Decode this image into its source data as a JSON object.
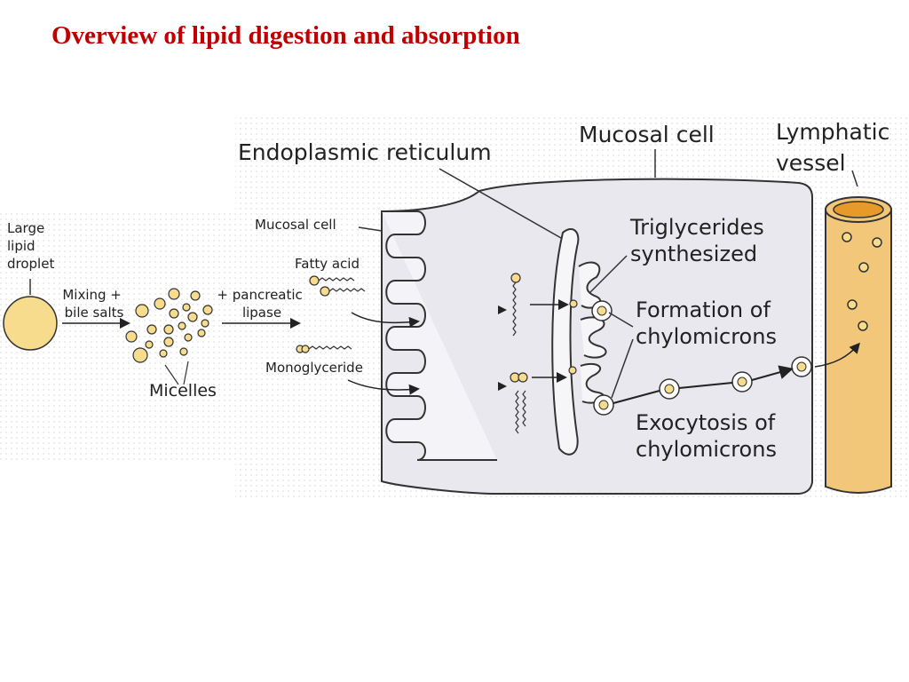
{
  "title": "Overview of lipid digestion and absorption",
  "colors": {
    "title": "#c00000",
    "cell_fill": "#e8e8ee",
    "lipid_fill": "#f6dc8c",
    "lymph_fill": "#f2c77a",
    "lymph_top": "#e59a2a",
    "outline": "#333333"
  },
  "labels": {
    "large_lipid_droplet": [
      "Large",
      "lipid",
      "droplet"
    ],
    "mixing": [
      "Mixing +",
      "bile salts"
    ],
    "micelles": "Micelles",
    "pancreatic": [
      "+ pancreatic",
      "lipase"
    ],
    "mucosal_cell_small": "Mucosal cell",
    "fatty_acid": "Fatty acid",
    "monoglyceride": "Monoglyceride",
    "endoplasmic_reticulum": "Endoplasmic reticulum",
    "mucosal_cell_large": "Mucosal cell",
    "lymphatic_vessel": [
      "Lymphatic",
      "vessel"
    ],
    "triglycerides": [
      "Triglycerides",
      "synthesized"
    ],
    "formation": [
      "Formation of",
      "chylomicrons"
    ],
    "exocytosis": [
      "Exocytosis of",
      "chylomicrons"
    ]
  }
}
